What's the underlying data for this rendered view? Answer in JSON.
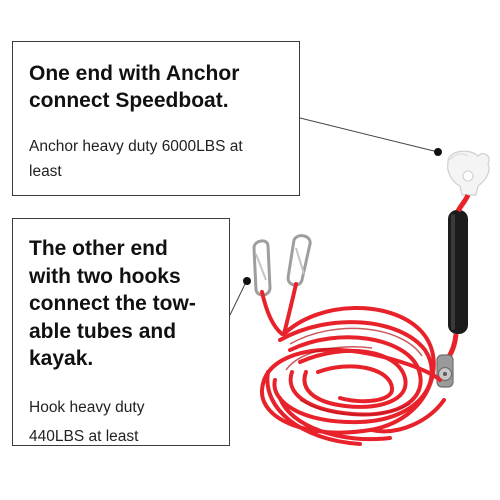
{
  "callouts": {
    "anchor": {
      "heading_lines": [
        "One end with Anchor",
        "connect Speedboat."
      ],
      "detail_lines": [
        "Anchor heavy duty 6000LBS at",
        "least"
      ]
    },
    "hooks": {
      "heading_lines": [
        "The other end",
        "with two hooks",
        "connect the tow-",
        "able tubes and",
        "kayak."
      ],
      "detail_lines": [
        "Hook heavy duty",
        "440LBS at least"
      ]
    }
  },
  "colors": {
    "rope": "#e8222b",
    "rope_dark": "#b5121b",
    "sleeve": "#1c1c1c",
    "anchor": "#f4f4f4",
    "metal": "#b8b8b8",
    "border": "#3a3a3a"
  }
}
